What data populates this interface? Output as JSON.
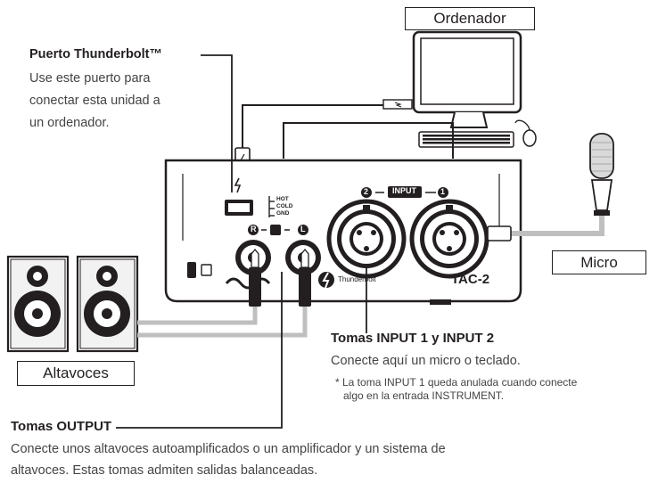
{
  "labels": {
    "computer": "Ordenador",
    "mic": "Micro",
    "speakers": "Altavoces"
  },
  "thunderbolt": {
    "title": "Puerto Thunderbolt™",
    "desc": [
      "Use este puerto para",
      "conectar esta unidad a",
      "un ordenador."
    ]
  },
  "inputs": {
    "title": "Tomas INPUT 1 y INPUT 2",
    "desc": "Conecte aquí un micro o teclado.",
    "note": [
      "* La toma INPUT 1 queda anulada cuando conecte",
      "algo en la entrada INSTRUMENT."
    ]
  },
  "outputs": {
    "title": "Tomas OUTPUT",
    "desc": [
      "Conecte unos altavoces autoamplificados o un amplificador y un sistema de",
      "altavoces. Estas tomas admiten salidas balanceadas."
    ]
  },
  "device": {
    "model": "TAC-2",
    "brand": "Thunderbolt",
    "input_label": "INPUT",
    "input_num_1": "1",
    "input_num_2": "2",
    "out_r": "R",
    "out_l": "L",
    "pin_legend": [
      "HOT",
      "COLD",
      "GND"
    ]
  }
}
